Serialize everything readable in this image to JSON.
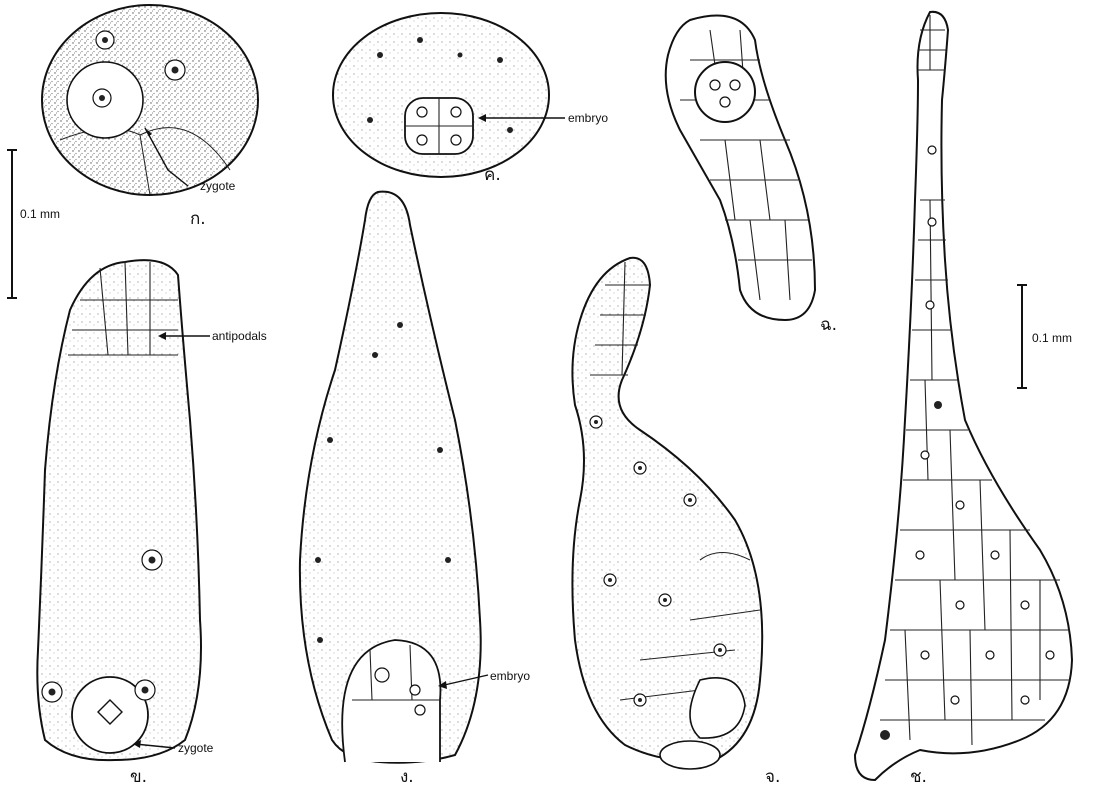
{
  "figure": {
    "labels": {
      "zygote_top": "zygote",
      "embryo_top": "embryo",
      "antipodals": "antipodals",
      "zygote_bottom": "zygote",
      "embryo_bottom": "embryo"
    },
    "scale_bars": {
      "left": "0.1 mm",
      "right": "0.1 mm"
    },
    "panel_letters": {
      "ko": "ก.",
      "kho": "ข.",
      "kho_khwai": "ค.",
      "ngo": "ง.",
      "cho": "จ.",
      "cho_ching": "ฉ.",
      "cho_chang": "ช."
    }
  }
}
